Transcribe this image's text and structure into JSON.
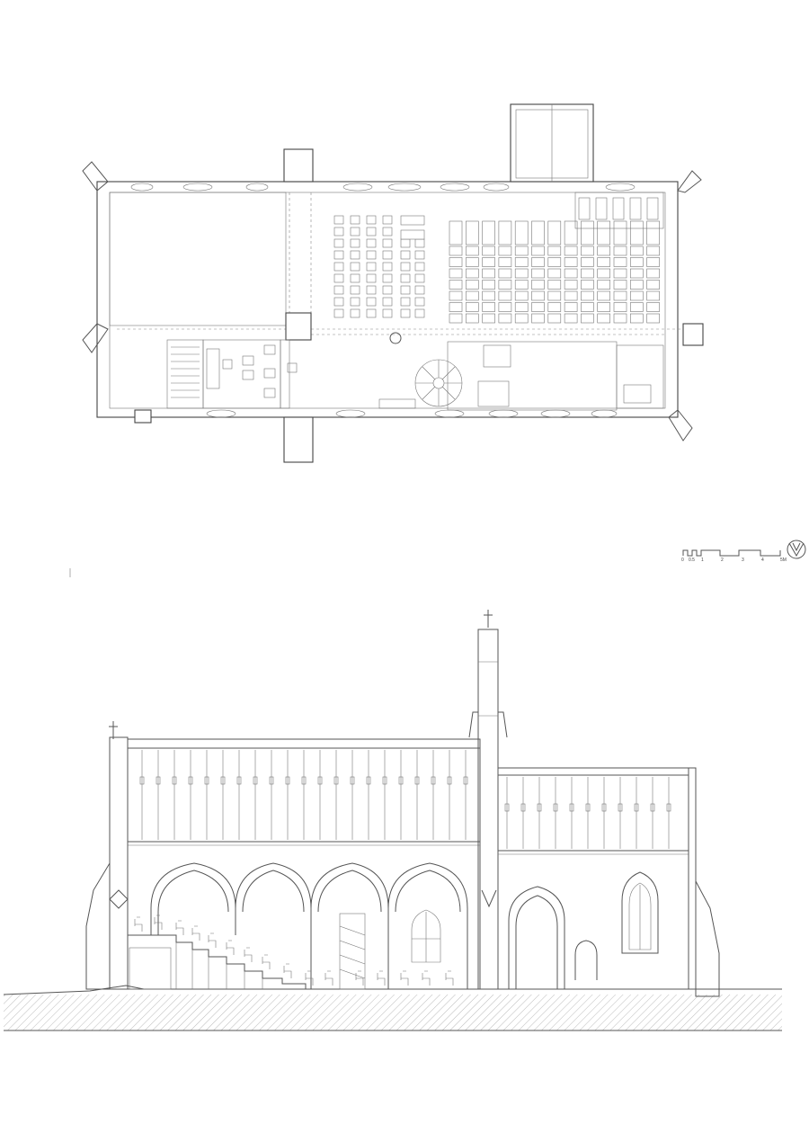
{
  "scale_bar": {
    "labels": [
      "0",
      "0.5",
      "1",
      "2",
      "3",
      "4",
      "5M"
    ]
  },
  "icons": {
    "north_arrow": "north-arrow-icon",
    "cross": "cross-icon"
  },
  "colors": {
    "line": "#555555",
    "ground_hatch": "#999999",
    "background": "#ffffff"
  }
}
